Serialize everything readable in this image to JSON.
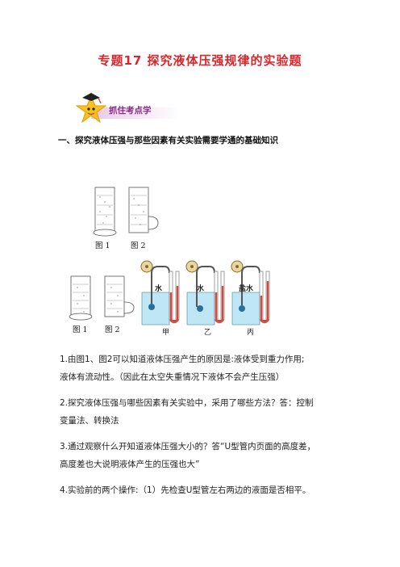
{
  "title": "专题17   探究液体压强规律的实验题",
  "badge": {
    "label": "抓住考点学"
  },
  "section_heading": "一、探究液体压强与那些因素有关实验需要学通的基础知识",
  "figures": {
    "top": {
      "label1": "图 1",
      "label2": "图 2"
    },
    "bottom": {
      "label1": "图 1",
      "label2": "图 2"
    },
    "apparatus": {
      "jia": {
        "liquid": "水",
        "caption": "甲"
      },
      "yi": {
        "liquid": "水",
        "caption": "乙"
      },
      "bing": {
        "liquid": "盐水",
        "caption": "丙"
      }
    }
  },
  "paragraphs": [
    {
      "line1": "1.由图1、图2可以知道液体压强产生的原因是:液体受到重力作用;",
      "line2": "液体有流动性。（因此在太空失重情况下液体不会产生压强）"
    },
    {
      "line1": "2.探究液体压强与哪些因素有关实验中，采用了哪些方法？答：控制",
      "line2": "变量法、转换法"
    },
    {
      "line1": "3.通过观察什么开知道液体压强大小的？答“U型管内页面的高度差，",
      "line2": "高度差也大说明液体产生的压强也大”"
    },
    {
      "line1": "4.实验前的两个操作:（1）先检查U型管左右两边的液面是否相平。",
      "line2": ""
    }
  ],
  "colors": {
    "title": "#d8262a",
    "badge_label": "#8a2d86",
    "water": "#bfe6f4",
    "gauge_liquid": "#d44a3a"
  }
}
